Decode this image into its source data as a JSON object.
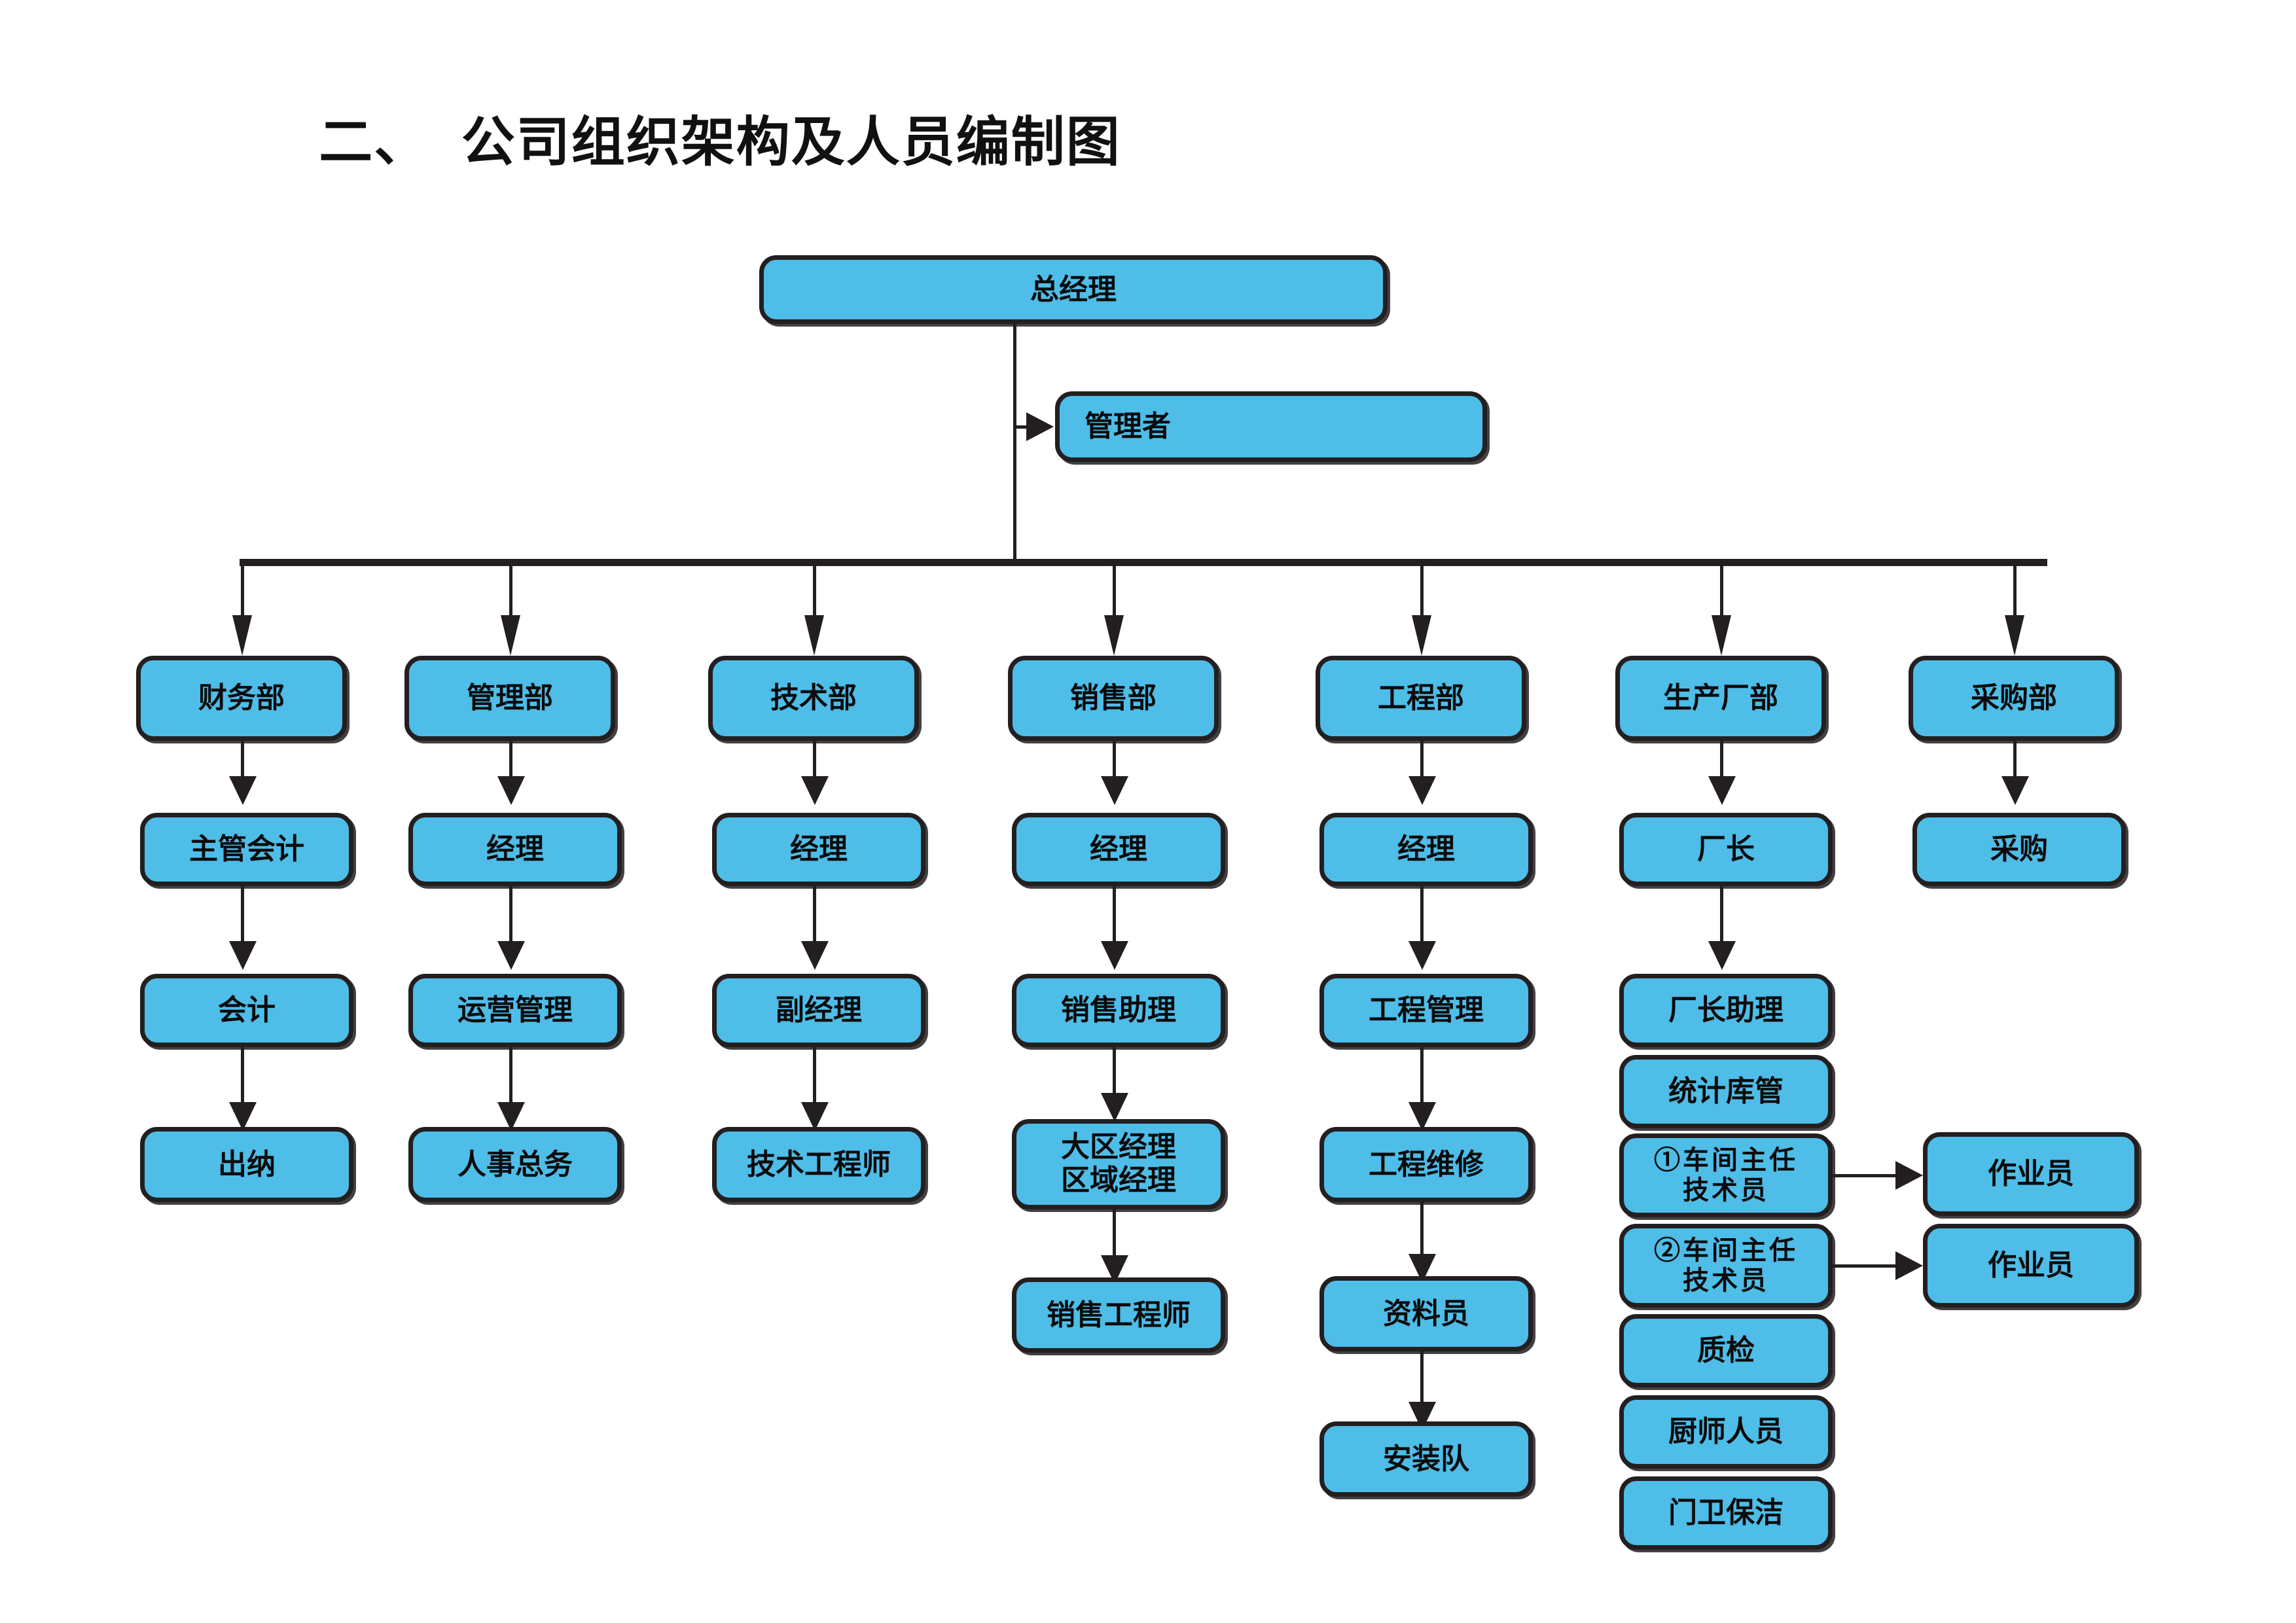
{
  "title": "二、  公司组织架构及人员编制图",
  "palette": {
    "node_fill": "#4EBDE8",
    "node_border": "#231f20",
    "connector": "#231f20",
    "background": "#ffffff",
    "text": "#0b0b0b"
  },
  "chart_data": {
    "type": "diagram",
    "subtype": "organization-chart",
    "title": "二、  公司组织架构及人员编制图",
    "root": "总经理",
    "nodes": [
      {
        "id": "gm",
        "label": "总经理",
        "level": 0
      },
      {
        "id": "manager",
        "label": "管理者",
        "level": 1
      },
      {
        "id": "fin",
        "label": "财务部",
        "level": 2,
        "column": 1
      },
      {
        "id": "adm",
        "label": "管理部",
        "level": 2,
        "column": 2
      },
      {
        "id": "tech",
        "label": "技术部",
        "level": 2,
        "column": 3
      },
      {
        "id": "sales",
        "label": "销售部",
        "level": 2,
        "column": 4
      },
      {
        "id": "eng",
        "label": "工程部",
        "level": 2,
        "column": 5
      },
      {
        "id": "prod",
        "label": "生产厂部",
        "level": 2,
        "column": 6
      },
      {
        "id": "purch",
        "label": "采购部",
        "level": 2,
        "column": 7
      }
    ],
    "columns": [
      {
        "department": "财务部",
        "chain": [
          "主管会计",
          "会计",
          "出纳"
        ]
      },
      {
        "department": "管理部",
        "chain": [
          "经理",
          "运营管理",
          "人事总务"
        ]
      },
      {
        "department": "技术部",
        "chain": [
          "经理",
          "副经理",
          "技术工程师"
        ]
      },
      {
        "department": "销售部",
        "chain": [
          "经理",
          "销售助理",
          "大区经理\n区域经理",
          "销售工程师"
        ]
      },
      {
        "department": "工程部",
        "chain": [
          "经理",
          "工程管理",
          "工程维修",
          "资料员",
          "安装队"
        ]
      },
      {
        "department": "生产厂部",
        "chain": [
          "厂长",
          "厂长助理",
          "统计库管",
          "①车间主任\n技术员",
          "②车间主任\n技术员",
          "质检",
          "厨师人员",
          "门卫保洁"
        ]
      },
      {
        "department": "采购部",
        "chain": [
          "采购"
        ]
      }
    ],
    "side_nodes": [
      {
        "label": "作业员",
        "from": "①车间主任\n技术员"
      },
      {
        "label": "作业员",
        "from": "②车间主任\n技术员"
      }
    ]
  },
  "nodes": {
    "gm": "总经理",
    "manager": "管理者",
    "dept": {
      "fin": "财务部",
      "adm": "管理部",
      "tech": "技术部",
      "sales": "销售部",
      "eng": "工程部",
      "prod": "生产厂部",
      "purch": "采购部"
    },
    "fin": {
      "n1": "主管会计",
      "n2": "会计",
      "n3": "出纳"
    },
    "adm": {
      "n1": "经理",
      "n2": "运营管理",
      "n3": "人事总务"
    },
    "tech": {
      "n1": "经理",
      "n2": "副经理",
      "n3": "技术工程师"
    },
    "sales": {
      "n1": "经理",
      "n2": "销售助理",
      "n3": "大区经理\n区域经理",
      "n4": "销售工程师"
    },
    "eng": {
      "n1": "经理",
      "n2": "工程管理",
      "n3": "工程维修",
      "n4": "资料员",
      "n5": "安装队"
    },
    "prod": {
      "n1": "厂长",
      "n2": "厂长助理",
      "n3": "统计库管",
      "n4": "①车间主任\n技术员",
      "n5": "②车间主任\n技术员",
      "n6": "质检",
      "n7": "厨师人员",
      "n8": "门卫保洁"
    },
    "purch": {
      "n1": "采购"
    },
    "worker1": "作业员",
    "worker2": "作业员"
  }
}
